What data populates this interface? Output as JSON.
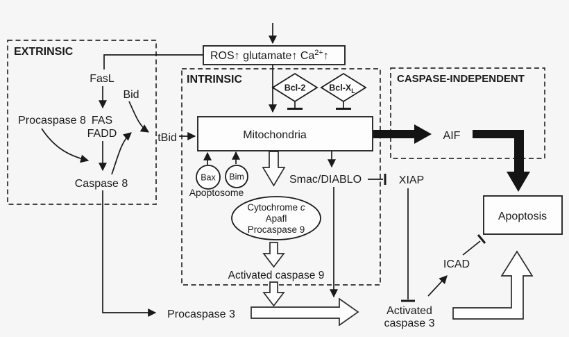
{
  "colors": {
    "ink": "#1a1a1a",
    "background": "#f6f6f6",
    "shape_fill": "#ffffff"
  },
  "sections": {
    "extrinsic": "EXTRINSIC",
    "intrinsic": "INTRINSIC",
    "caspase_independent": "CASPASE-INDEPENDENT"
  },
  "nodes": {
    "ros_prefix": "ROS↑ glutamate↑ Ca",
    "ros_sup": "2+",
    "ros_suffix": "↑",
    "fasl": "FasL",
    "bid": "Bid",
    "procaspase8": "Procaspase 8",
    "fas": "FAS",
    "fadd": "FADD",
    "tbid": "tBid",
    "caspase8": "Caspase 8",
    "bcl2": "Bcl-2",
    "bclx_main": "Bcl-X",
    "bclx_sub": "L",
    "mitochondria": "Mitochondria",
    "bax": "Bax",
    "bim": "Bim",
    "apoptosome": "Apoptosome",
    "cytochrome_main": "Cytochrome ",
    "cytochrome_c": "c",
    "apaf": "Apafl",
    "procaspase9": "Procaspase 9",
    "smac": "Smac/DIABLO",
    "xiap": "XIAP",
    "activated_caspase9": "Activated caspase 9",
    "procaspase3": "Procaspase 3",
    "activated_caspase3_line1": "Activated",
    "activated_caspase3_line2": "caspase 3",
    "icad": "ICAD",
    "aif": "AIF",
    "apoptosis": "Apoptosis"
  },
  "edges": [
    {
      "from": "stimulus",
      "to": "ROS/glutamate/Ca2+",
      "type": "arrow"
    },
    {
      "from": "ROS/glutamate/Ca2+",
      "to": "FasL",
      "type": "line"
    },
    {
      "from": "ROS/glutamate/Ca2+",
      "to": "Mitochondria",
      "type": "arrow"
    },
    {
      "from": "Bcl-2",
      "to": "Mitochondria",
      "type": "inhibit"
    },
    {
      "from": "Bcl-XL",
      "to": "Mitochondria",
      "type": "inhibit"
    },
    {
      "from": "FasL",
      "to": "FAS/FADD",
      "type": "arrow"
    },
    {
      "from": "Procaspase 8",
      "to": "Caspase 8",
      "type": "arrow"
    },
    {
      "from": "FAS/FADD",
      "to": "Caspase 8",
      "type": "arrow"
    },
    {
      "from": "Caspase 8",
      "to": "Bid cleavage",
      "type": "arrow"
    },
    {
      "from": "Bid",
      "to": "tBid",
      "type": "arrow"
    },
    {
      "from": "tBid",
      "to": "Mitochondria",
      "type": "arrow"
    },
    {
      "from": "Bax",
      "to": "Mitochondria",
      "type": "arrow"
    },
    {
      "from": "Bim",
      "to": "Mitochondria",
      "type": "arrow"
    },
    {
      "from": "Mitochondria",
      "to": "Apoptosome (Cytochrome c/Apafl/Procaspase 9)",
      "type": "hollow-arrow"
    },
    {
      "from": "Mitochondria",
      "to": "Smac/DIABLO",
      "type": "arrow"
    },
    {
      "from": "Smac/DIABLO",
      "to": "XIAP",
      "type": "inhibit"
    },
    {
      "from": "Smac/DIABLO",
      "to": "caspase 3 activation",
      "type": "arrow"
    },
    {
      "from": "Apoptosome",
      "to": "Activated caspase 9",
      "type": "hollow-arrow"
    },
    {
      "from": "Activated caspase 9",
      "to": "Procaspase 3 activation",
      "type": "hollow-arrow"
    },
    {
      "from": "Caspase 8",
      "to": "Procaspase 3",
      "type": "arrow"
    },
    {
      "from": "Procaspase 3",
      "to": "Activated caspase 3",
      "type": "hollow-arrow"
    },
    {
      "from": "XIAP",
      "to": "Activated caspase 3",
      "type": "inhibit"
    },
    {
      "from": "Activated caspase 3",
      "to": "ICAD",
      "type": "arrow"
    },
    {
      "from": "ICAD",
      "to": "Apoptosis",
      "type": "inhibit"
    },
    {
      "from": "Activated caspase 3",
      "to": "Apoptosis",
      "type": "hollow-arrow"
    },
    {
      "from": "Mitochondria",
      "to": "AIF",
      "type": "thick-arrow"
    },
    {
      "from": "AIF",
      "to": "Apoptosis",
      "type": "thick-arrow"
    }
  ]
}
